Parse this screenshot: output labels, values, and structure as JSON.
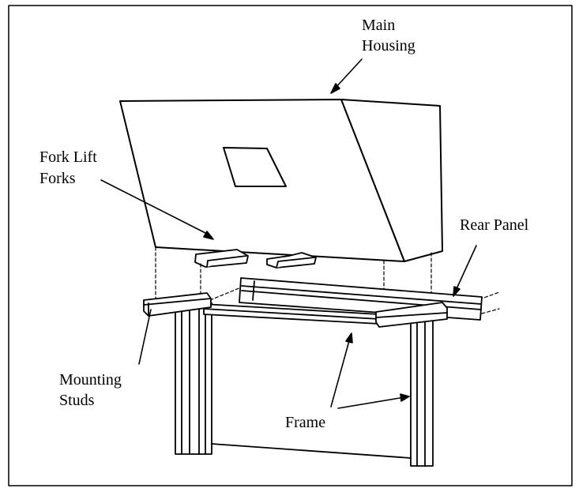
{
  "labels": {
    "main_housing_line1": "Main",
    "main_housing_line2": "Housing",
    "fork_lift_line1": "Fork Lift",
    "fork_lift_line2": "Forks",
    "rear_panel": "Rear Panel",
    "mounting_studs_line1": "Mounting",
    "mounting_studs_line2": "Studs",
    "frame": "Frame"
  },
  "colors": {
    "stroke": "#000000",
    "background": "#ffffff"
  }
}
